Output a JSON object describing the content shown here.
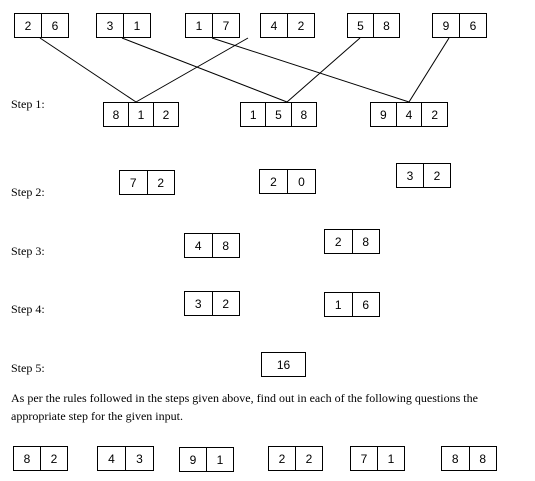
{
  "input_boxes": [
    {
      "values": [
        "2",
        "6"
      ]
    },
    {
      "values": [
        "3",
        "1"
      ]
    },
    {
      "values": [
        "1",
        "7"
      ]
    },
    {
      "values": [
        "4",
        "2"
      ]
    },
    {
      "values": [
        "5",
        "8"
      ]
    },
    {
      "values": [
        "9",
        "6"
      ]
    }
  ],
  "step1": {
    "label": "Step 1:",
    "boxes": [
      {
        "values": [
          "8",
          "1",
          "2"
        ]
      },
      {
        "values": [
          "1",
          "5",
          "8"
        ]
      },
      {
        "values": [
          "9",
          "4",
          "2"
        ]
      }
    ]
  },
  "step2": {
    "label": "Step 2:",
    "boxes": [
      {
        "values": [
          "7",
          "2"
        ]
      },
      {
        "values": [
          "2",
          "0"
        ]
      },
      {
        "values": [
          "3",
          "2"
        ]
      }
    ]
  },
  "step3": {
    "label": "Step 3:",
    "boxes": [
      {
        "values": [
          "4",
          "8"
        ]
      },
      {
        "values": [
          "2",
          "8"
        ]
      }
    ]
  },
  "step4": {
    "label": "Step 4:",
    "boxes": [
      {
        "values": [
          "3",
          "2"
        ]
      },
      {
        "values": [
          "1",
          "6"
        ]
      }
    ]
  },
  "step5": {
    "label": "Step 5:",
    "boxes": [
      {
        "values": [
          "16"
        ]
      }
    ]
  },
  "instruction": "As per the rules followed in the steps given above, find out in each of the following questions the appropriate step for the given input.",
  "question_boxes": [
    {
      "values": [
        "8",
        "2"
      ]
    },
    {
      "values": [
        "4",
        "3"
      ]
    },
    {
      "values": [
        "9",
        "1"
      ]
    },
    {
      "values": [
        "2",
        "2"
      ]
    },
    {
      "values": [
        "7",
        "1"
      ]
    },
    {
      "values": [
        "8",
        "8"
      ]
    }
  ]
}
